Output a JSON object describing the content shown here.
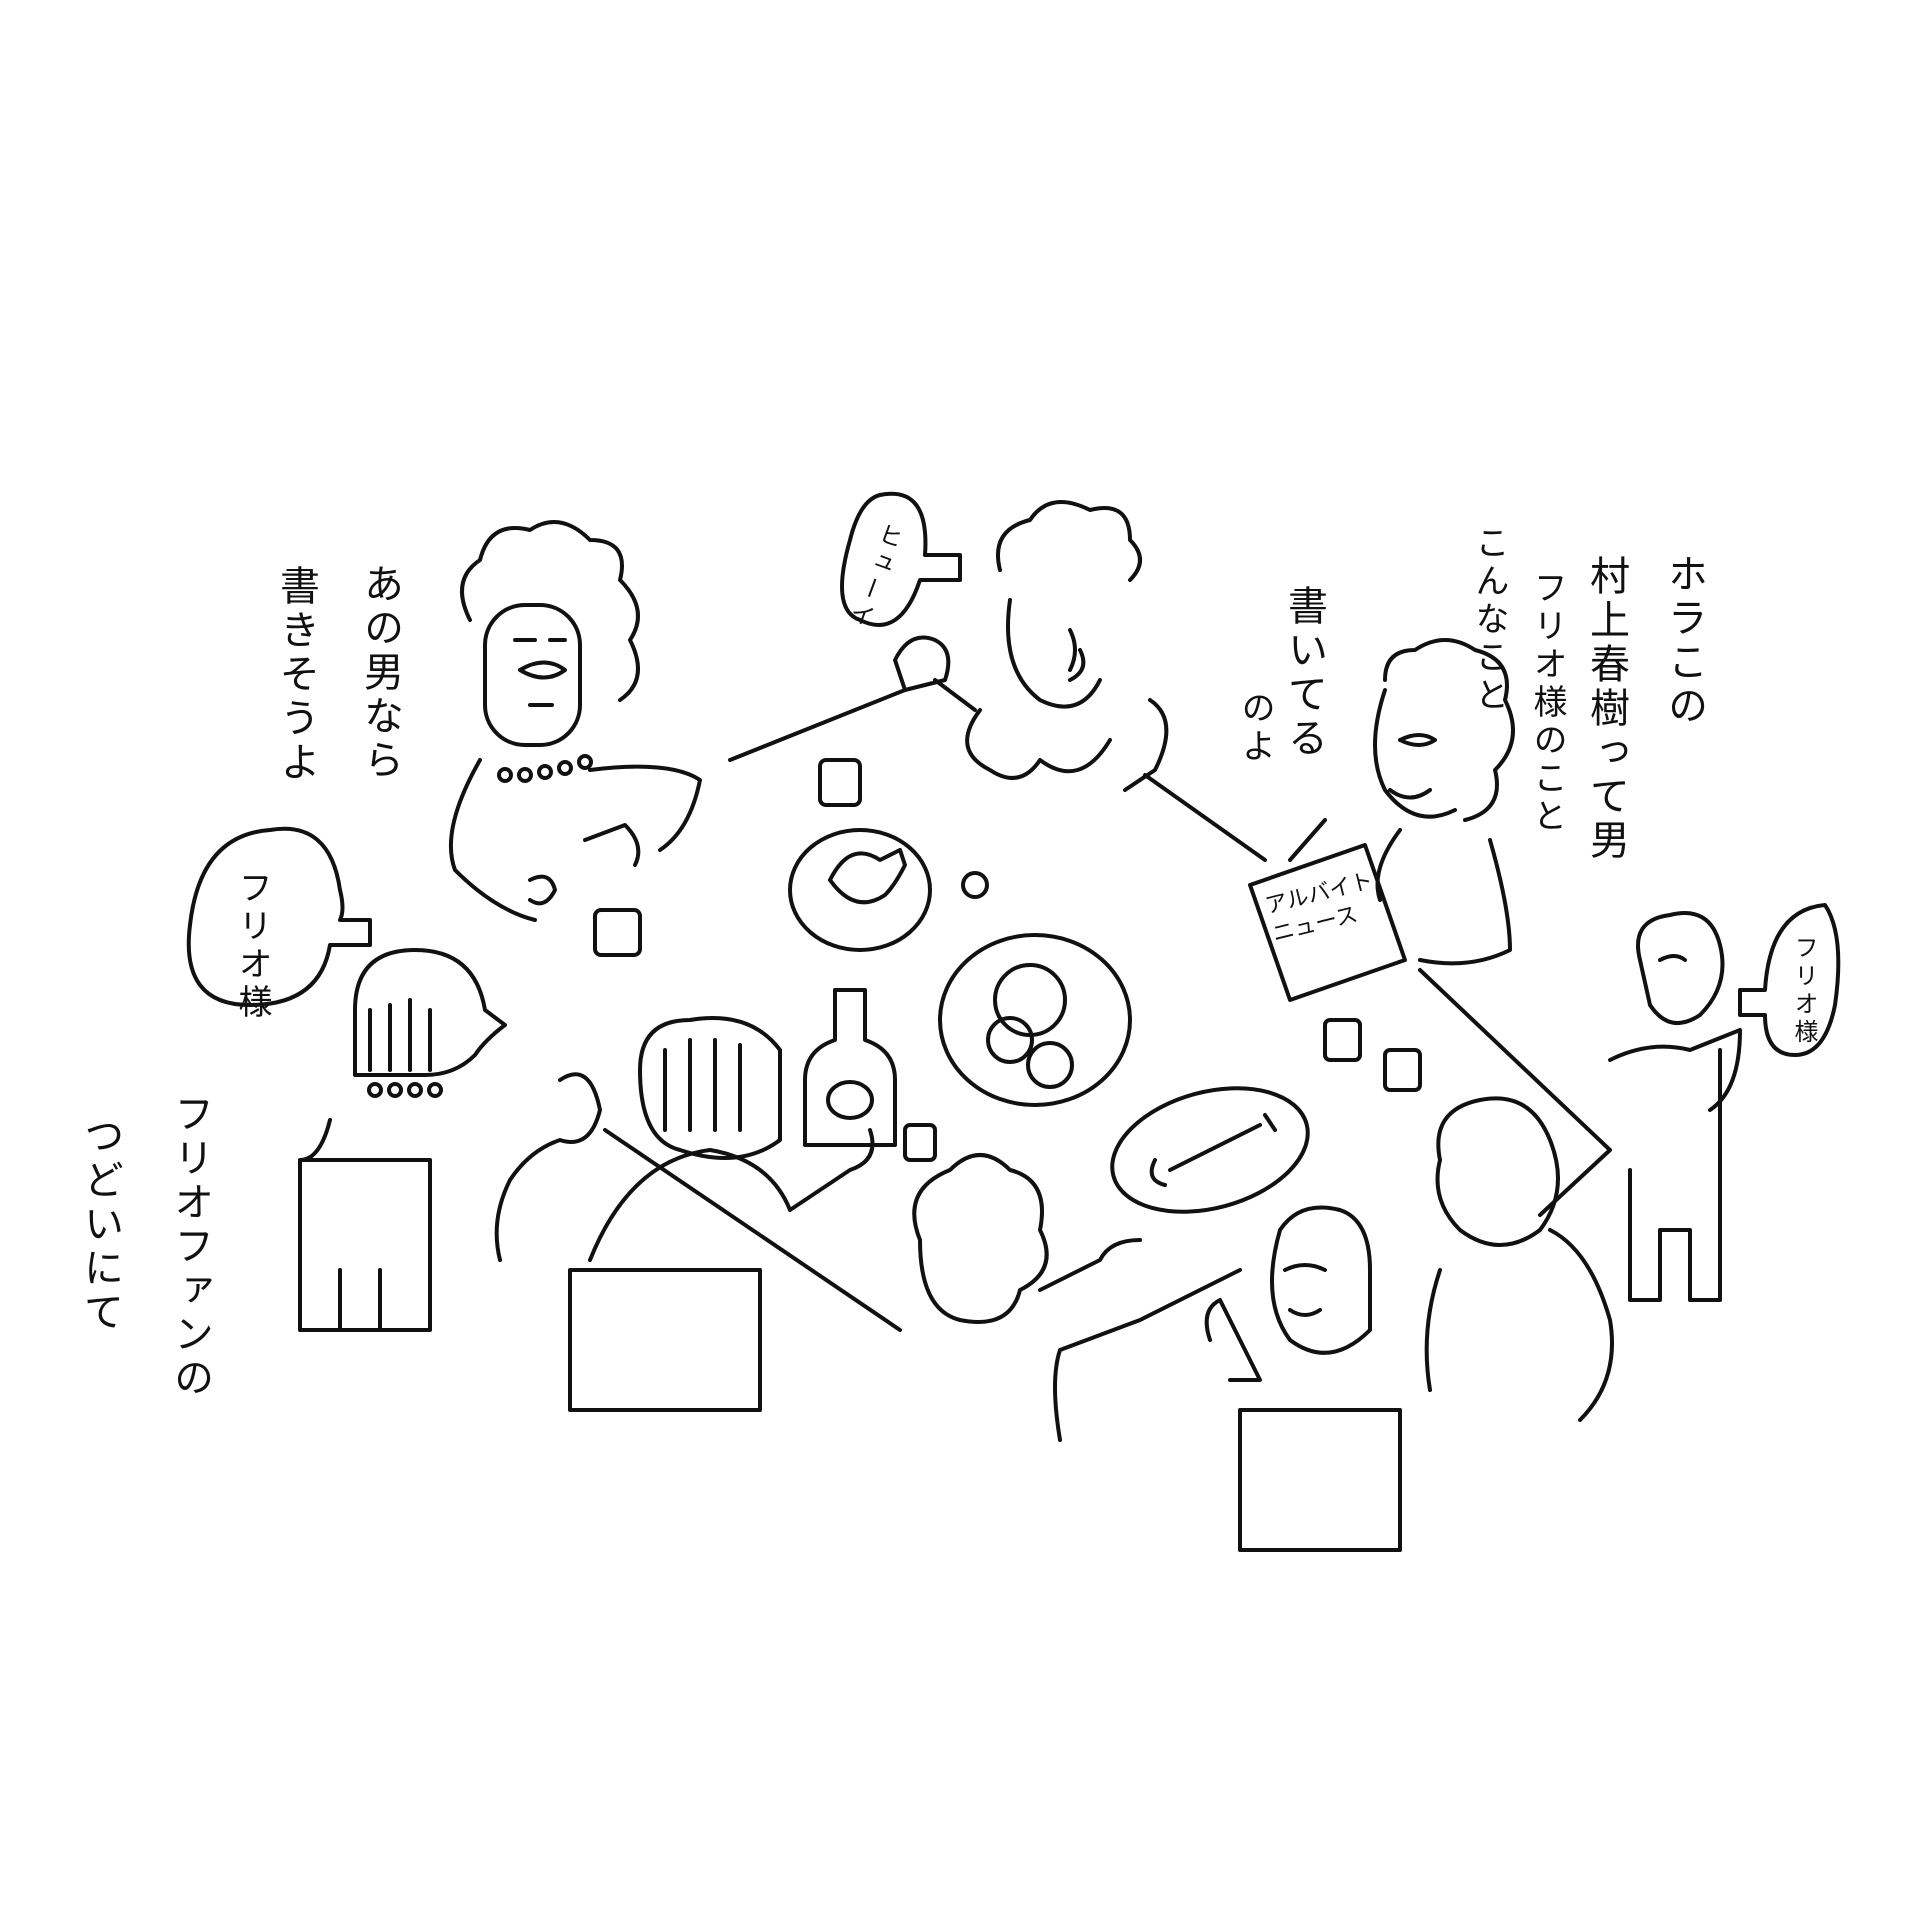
{
  "illustration": {
    "caption": [
      "フリオファンの",
      "つどいにて"
    ],
    "speech_left_woman": [
      "あの男なら",
      "書きそうよ"
    ],
    "speech_right_woman": [
      "ホラこの",
      "村上春樹って男",
      "フリオ様のこと",
      "こんなこと",
      "書いてる",
      "のよ"
    ],
    "bubble_left": "フリオ様",
    "bubble_top": "ヒューイ",
    "bubble_right": "フリオ様",
    "book_title": [
      "アルバイト",
      "ニュース"
    ]
  },
  "colors": {
    "ink": "#111111",
    "paper": "#ffffff"
  }
}
